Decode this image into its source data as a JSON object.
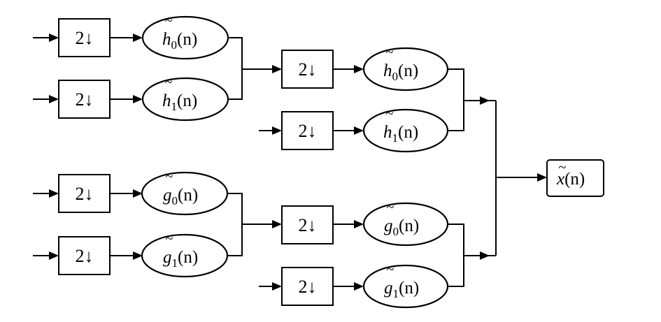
{
  "diagram": {
    "type": "filter-bank block diagram",
    "downsampler_label": "2↓",
    "output": {
      "symbol": "x",
      "arg": "(n)",
      "tilde": "~"
    },
    "stage1": [
      {
        "id": "s1-h0",
        "downsampler": "2↓",
        "filter": {
          "base": "h",
          "sub": "0",
          "arg": "(n)",
          "tilde": "~"
        }
      },
      {
        "id": "s1-h1",
        "downsampler": "2↓",
        "filter": {
          "base": "h",
          "sub": "1",
          "arg": "(n)",
          "tilde": "~"
        }
      },
      {
        "id": "s1-g0",
        "downsampler": "2↓",
        "filter": {
          "base": "g",
          "sub": "0",
          "arg": "(n)",
          "tilde": "~"
        }
      },
      {
        "id": "s1-g1",
        "downsampler": "2↓",
        "filter": {
          "base": "g",
          "sub": "1",
          "arg": "(n)",
          "tilde": "~"
        }
      }
    ],
    "stage2": [
      {
        "id": "s2-h0",
        "downsampler": "2↓",
        "filter": {
          "base": "h",
          "sub": "0",
          "arg": "(n)",
          "tilde": "~"
        }
      },
      {
        "id": "s2-h1",
        "downsampler": "2↓",
        "filter": {
          "base": "h",
          "sub": "1",
          "arg": "(n)",
          "tilde": "~"
        }
      },
      {
        "id": "s2-g0",
        "downsampler": "2↓",
        "filter": {
          "base": "g",
          "sub": "0",
          "arg": "(n)",
          "tilde": "~"
        }
      },
      {
        "id": "s2-g1",
        "downsampler": "2↓",
        "filter": {
          "base": "g",
          "sub": "1",
          "arg": "(n)",
          "tilde": "~"
        }
      }
    ],
    "connections": [
      "s1-h0 + s1-h1 -> s2-h0 input",
      "s1-g0 + s1-g1 -> s2-g0 input",
      "s2-h0 + s2-h1 -> output",
      "s2-g0 + s2-g1 -> output"
    ]
  }
}
